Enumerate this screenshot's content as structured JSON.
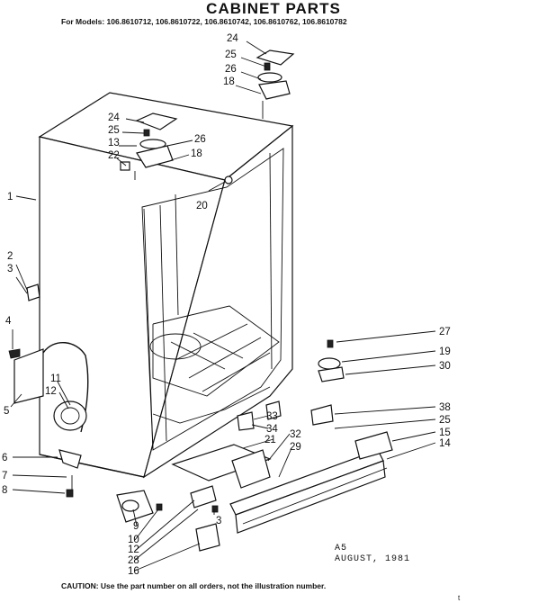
{
  "title": "CABINET PARTS",
  "models_line": "For Models: 106.8610712, 106.8610722, 106.8610742, 106.8610762, 106.8610782",
  "revision": "A5",
  "date": "AUGUST, 1981",
  "caution": "CAUTION: Use the part number on all orders, not the illustration number.",
  "stray_mark": "t",
  "callouts": [
    "24",
    "25",
    "26",
    "18",
    "24",
    "25",
    "13",
    "22",
    "26",
    "18",
    "20",
    "1",
    "2",
    "3",
    "4",
    "11",
    "12",
    "5",
    "6",
    "7",
    "8",
    "27",
    "19",
    "30",
    "38",
    "25",
    "15",
    "14",
    "33",
    "34",
    "21",
    "32",
    "29",
    "9",
    "10",
    "12",
    "28",
    "16",
    "3"
  ]
}
